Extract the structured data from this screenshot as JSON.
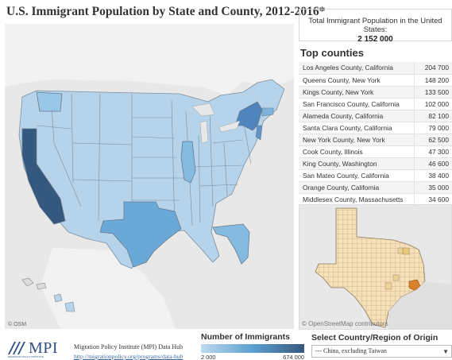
{
  "title": "U.S. Immigrant Population by State and County, 2012-2016*",
  "total": {
    "label": "Total Immigrant Population in the United States:",
    "value": "2 152 000"
  },
  "top_counties": {
    "title": "Top counties",
    "rows": [
      {
        "name": "Los Angeles County, California",
        "value": "204 700"
      },
      {
        "name": "Queens County, New York",
        "value": "148 200"
      },
      {
        "name": "Kings County, New York",
        "value": "133 500"
      },
      {
        "name": "San Francisco County, California",
        "value": "102 000"
      },
      {
        "name": "Alameda County, California",
        "value": "82 100"
      },
      {
        "name": "Santa Clara County, California",
        "value": "79 000"
      },
      {
        "name": "New York County, New York",
        "value": "62 500"
      },
      {
        "name": "Cook County, Illinois",
        "value": "47 300"
      },
      {
        "name": "King County, Washington",
        "value": "46 600"
      },
      {
        "name": "San Mateo County, California",
        "value": "38 400"
      },
      {
        "name": "Orange County, California",
        "value": "35 000"
      },
      {
        "name": "Middlesex County, Massachusetts",
        "value": "34 600"
      }
    ]
  },
  "map": {
    "osm_small": "© OSM",
    "osm_credit": "© OpenStreetMap contributors",
    "colors": {
      "background": "#e8e8e8",
      "low": "#bcd9ee",
      "mid": "#5ea0d2",
      "high": "#34587e",
      "county_fill": "#f7dfb7",
      "county_hot": "#d9822b"
    }
  },
  "footer": {
    "logo_text": "MPI",
    "logo_sub": "MIGRATION POLICY INSTITUTE",
    "hub_name": "Migration Policy Institute (MPI) Data Hub",
    "hub_link": "http://migrationpolicy.org/programs/data-hub"
  },
  "legend": {
    "title": "Number of Immigrants",
    "min": "2 000",
    "max": "674 000"
  },
  "selector": {
    "label": "Select Country/Region of Origin",
    "value": "--- China, excluding Taiwan",
    "arrow": "▼"
  }
}
